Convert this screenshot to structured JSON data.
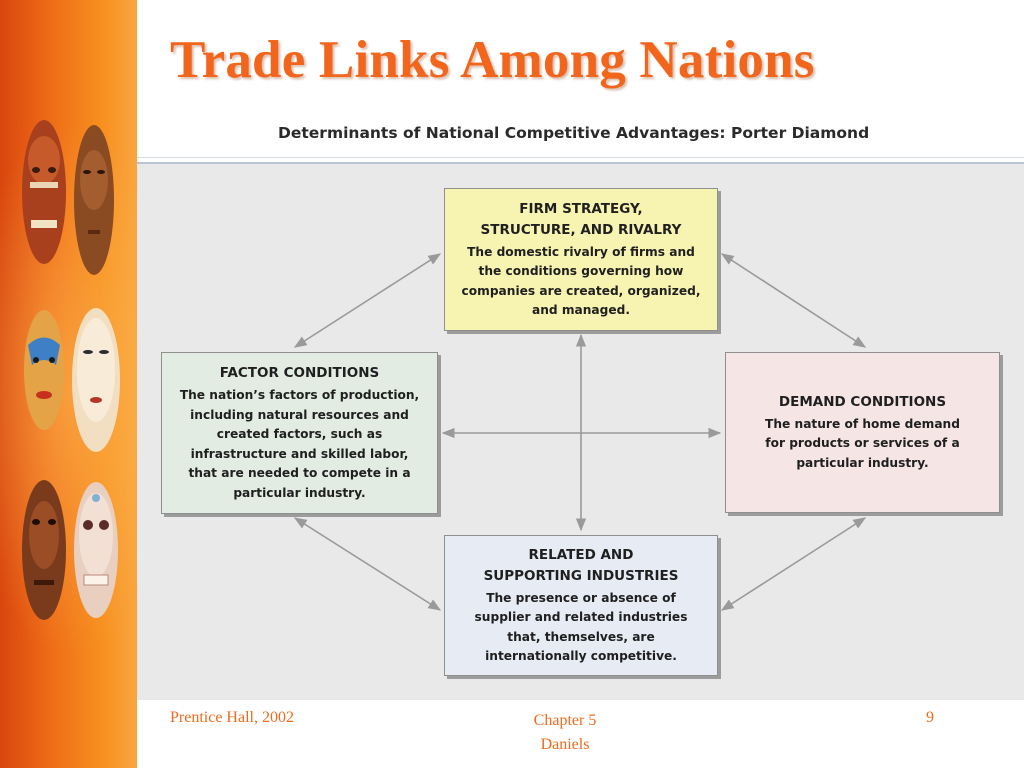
{
  "slide": {
    "title": "Trade Links Among Nations"
  },
  "figure": {
    "caption": "Determinants of National Competitive Advantages: Porter Diamond",
    "boxes": {
      "firm": {
        "title": "FIRM STRATEGY,\nSTRUCTURE, AND RIVALRY",
        "description": "The domestic rivalry of firms and\nthe conditions governing how\ncompanies are created, organized,\nand managed."
      },
      "factor": {
        "title": "FACTOR CONDITIONS",
        "description": "The nation’s factors of production,\nincluding natural resources and\ncreated factors, such as\ninfrastructure and skilled labor,\nthat are needed to compete in a\nparticular industry."
      },
      "demand": {
        "title": "DEMAND CONDITIONS",
        "description": "The nature of home demand\nfor products or services of a\nparticular industry."
      },
      "related": {
        "title": "RELATED AND\nSUPPORTING INDUSTRIES",
        "description": "The presence or absence of\nsupplier and related industries\nthat, themselves, are\ninternationally competitive."
      }
    },
    "colors": {
      "firm": "#f7f3b0",
      "factor": "#e2ece3",
      "demand": "#f6e5e5",
      "related": "#e6ebf4",
      "arrow": "#9a9a9a"
    }
  },
  "footer": {
    "publisher": "Prentice Hall, 2002",
    "chapter": "Chapter 5",
    "author": "Daniels",
    "page_number": "9"
  },
  "theme": {
    "accent": "#f2651c",
    "strip": "#ee6a16"
  }
}
